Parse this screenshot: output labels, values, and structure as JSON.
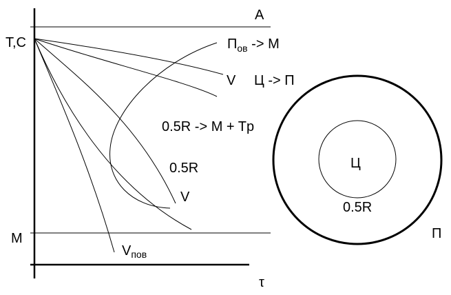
{
  "labels": {
    "point_A": "A",
    "origin": "T,C",
    "point_M": "M",
    "tau_axis": "τ",
    "curve_surface_main": "П",
    "curve_surface_sub": "ов",
    "curve_surface_suffix": " -> M",
    "curve_V_upper": "V",
    "transition_center_surface": "Ц -> П",
    "curve_half_radius_transition": "0.5R -> M + Tp",
    "curve_half_radius": "0.5R",
    "curve_V_lower": "V",
    "curve_V_surface_main": "V",
    "curve_V_surface_sub": "пов",
    "circle_center": "Ц",
    "circle_half_radius": "0.5R",
    "circle_surface": "П"
  },
  "colors": {
    "stroke": "#000000",
    "text": "#000000",
    "background": "#ffffff"
  }
}
